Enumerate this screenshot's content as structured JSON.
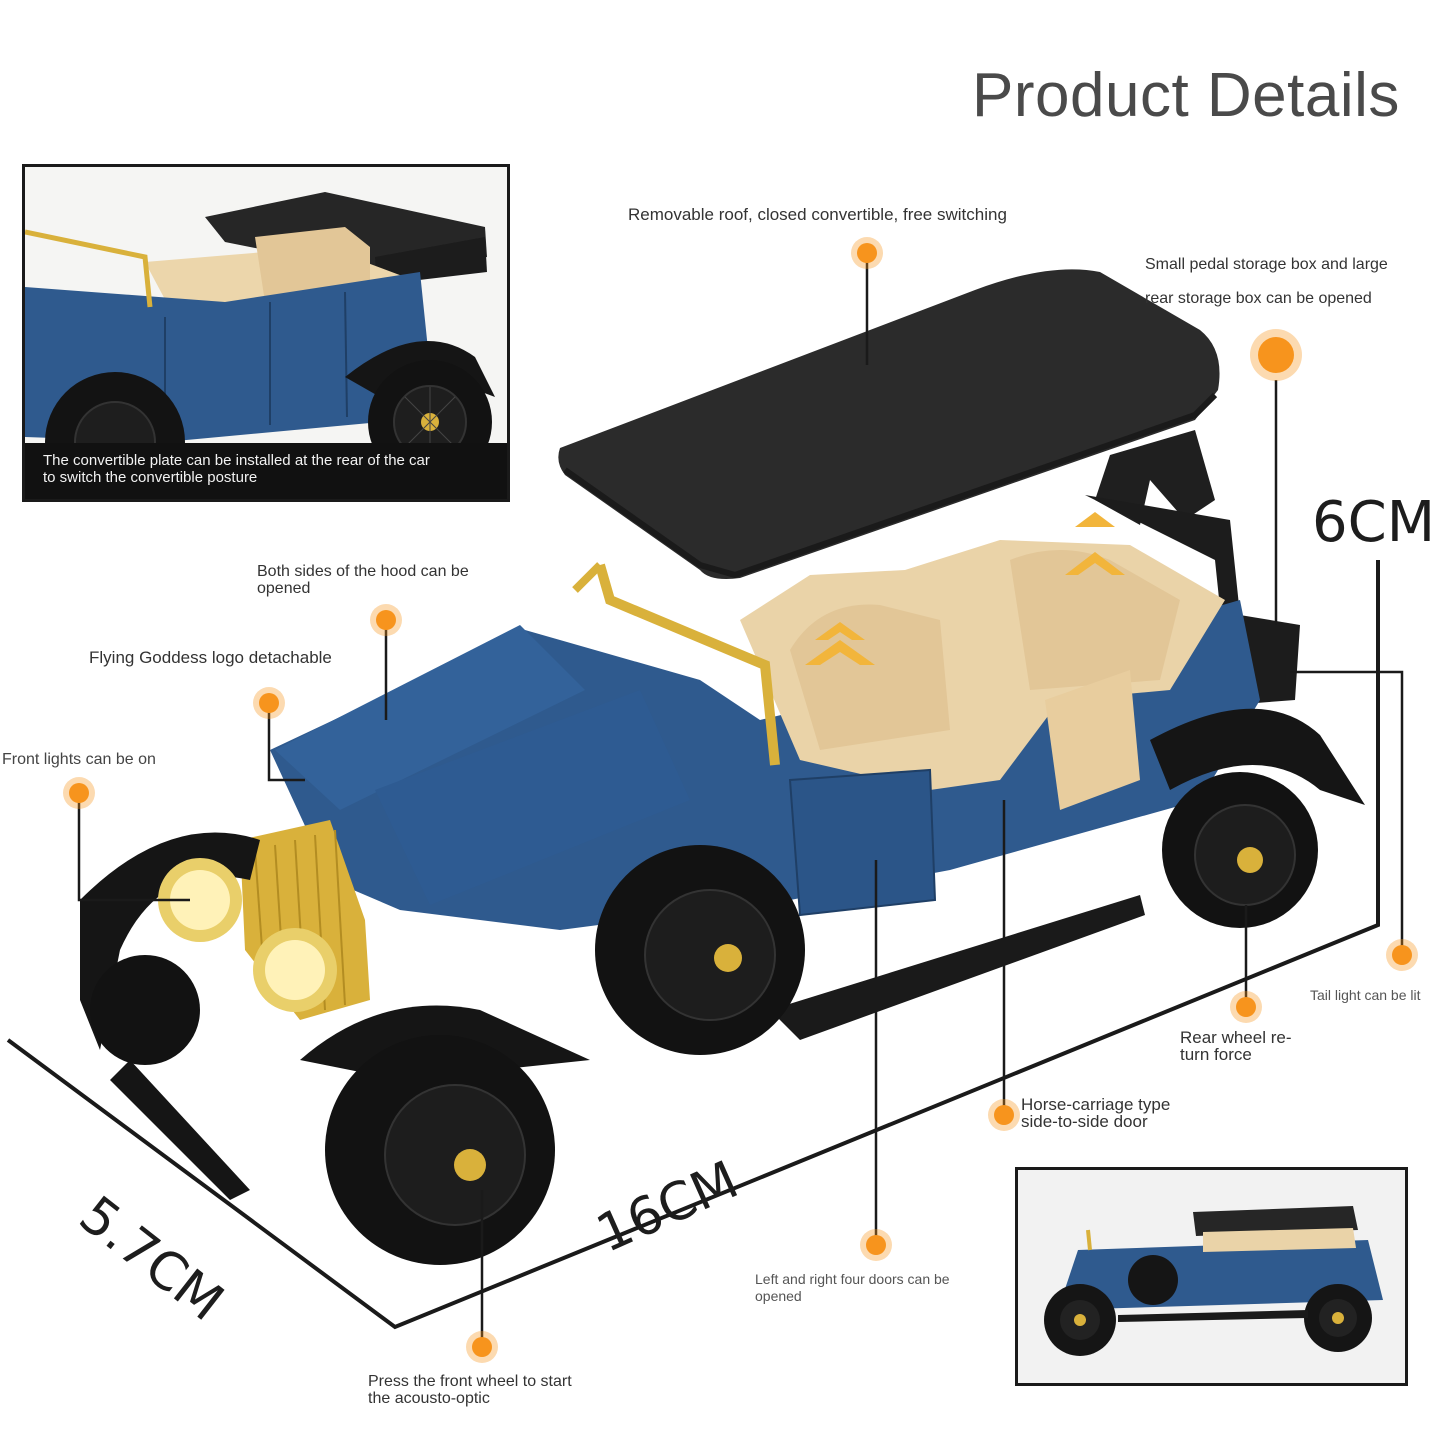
{
  "title": "Product Details",
  "inset_top": {
    "caption_line1": "The convertible plate can be installed at the rear of the car",
    "caption_line2": "to switch the convertible posture"
  },
  "dimensions": {
    "height": "6CM",
    "width": "5.7CM",
    "length": "16CM"
  },
  "features": {
    "roof": "Removable roof, closed convertible, free switching",
    "storage_line1": "Small pedal storage box and large",
    "storage_line2": "rear storage box can be opened",
    "hood_line1": "Both sides of the hood can be",
    "hood_line2": "opened",
    "logo": "Flying Goddess logo detachable",
    "front_lights": "Front lights can be on",
    "tail_light": "Tail light can be lit",
    "rear_wheel_line1": "Rear wheel re-",
    "rear_wheel_line2": "turn force",
    "door_line1": "Horse-carriage type",
    "door_line2": "side-to-side door",
    "four_doors_line1": "Left and right four doors can be",
    "four_doors_line2": "opened",
    "front_wheel_line1": "Press the front wheel to start",
    "front_wheel_line2": "the acousto-optic"
  },
  "colors": {
    "marker": "#f7941d",
    "car_body": "#2f5a8e",
    "interior": "#ead3a8",
    "roof": "#2b2b2b",
    "gold": "#d9b13b"
  }
}
